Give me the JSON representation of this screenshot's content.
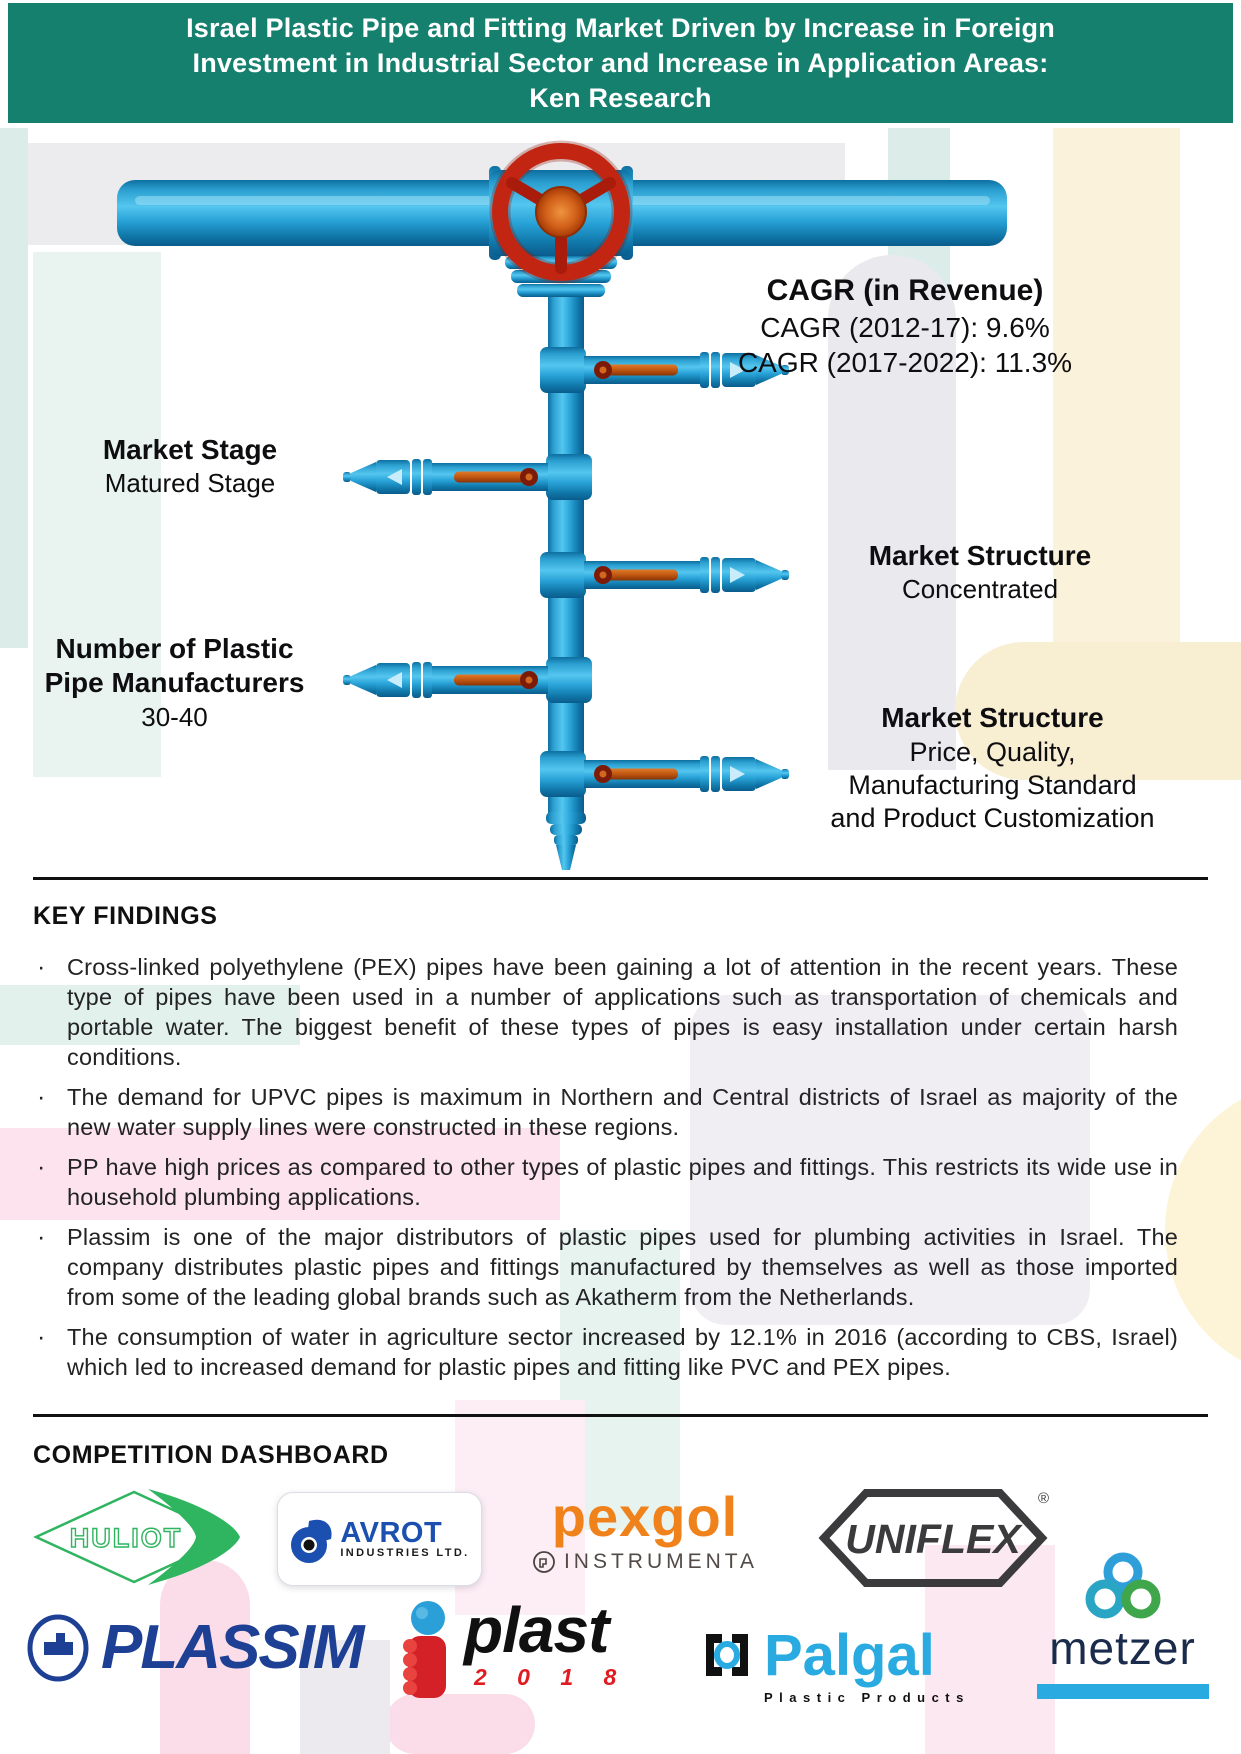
{
  "colors": {
    "header_bg": "#16806F",
    "pipe_blue": "#2BA6DA",
    "valve_red": "#C22511",
    "lever_orange": "#C05712",
    "huliot_green": "#2FB45F",
    "avrot_blue": "#1B50B0",
    "pexgol_orange": "#F0821C",
    "uniflex_dark": "#3B3B3D",
    "plassim_navy": "#1D3F94",
    "plast_red": "#E11B22",
    "palgal_blue": "#29ABE2",
    "metzer_blue": "#2F9FD9",
    "metzer_green": "#3FA64B"
  },
  "header": {
    "title_lines": [
      "Israel Plastic Pipe and Fitting Market Driven by Increase in Foreign",
      "Investment in Industrial Sector and Increase in Application Areas:",
      "Ken Research"
    ]
  },
  "infographic": {
    "cagr": {
      "heading": "CAGR (in Revenue)",
      "line1": "CAGR (2012-17): 9.6%",
      "line2": "CAGR (2017-2022): 11.3%"
    },
    "market_stage": {
      "heading": "Market Stage",
      "value": "Matured Stage"
    },
    "market_structure1": {
      "heading": "Market Structure",
      "value": "Concentrated"
    },
    "manufacturers": {
      "heading_line1": "Number of Plastic",
      "heading_line2": "Pipe Manufacturers",
      "value": "30-40"
    },
    "market_structure2": {
      "heading": "Market Structure",
      "value_line1": "Price, Quality,",
      "value_line2": "Manufacturing Standard",
      "value_line3": "and Product Customization"
    }
  },
  "key_findings": {
    "heading": "KEY FINDINGS",
    "bullet_char": "·",
    "bullets": [
      "Cross-linked polyethylene (PEX) pipes have been gaining a lot of attention in the recent years. These type of pipes have been used in a number of applications such as transportation of chemicals and portable water. The biggest benefit of these types of pipes is easy installation under certain harsh conditions.",
      "The demand for UPVC pipes is maximum in Northern and Central districts of Israel as majority of the new water supply lines were constructed in these regions.",
      "PP have high prices as compared to other types of plastic pipes and fittings. This restricts its wide use in household plumbing applications.",
      "Plassim is one of the major distributors of plastic pipes used for plumbing activities in Israel. The company distributes plastic pipes and fittings manufactured by themselves as well as those imported from some of the leading global brands such as Akatherm from the Netherlands.",
      "The consumption of water in agriculture sector increased by 12.1% in 2016 (according to CBS, Israel) which led to increased demand for plastic pipes and fitting like PVC and PEX pipes."
    ]
  },
  "competition": {
    "heading": "COMPETITION DASHBOARD",
    "logos": {
      "huliot": {
        "name": "HULIOT",
        "reg": "®"
      },
      "avrot": {
        "name": "AVROT",
        "subtitle": "INDUSTRIES LTD."
      },
      "pexgol": {
        "name": "pexgol",
        "subtitle": "INSTRUMENTA"
      },
      "uniflex": {
        "name": "UNIFLEX",
        "reg": "®"
      },
      "plassim": {
        "name": "PLASSIM"
      },
      "plast": {
        "name": "plast",
        "year": "2 0 1 8"
      },
      "palgal": {
        "name": "Palgal",
        "subtitle": "Plastic Products"
      },
      "metzer": {
        "name": "metzer"
      }
    }
  }
}
